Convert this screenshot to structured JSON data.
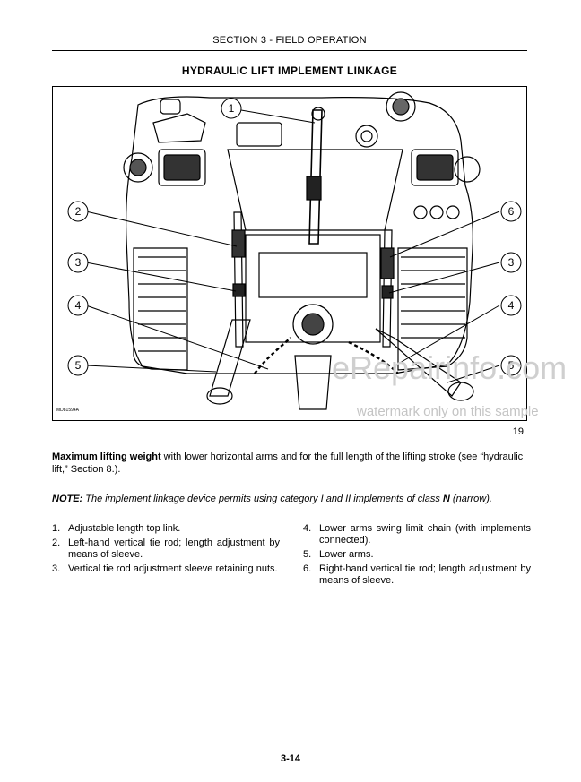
{
  "header": {
    "section": "SECTION 3 - FIELD OPERATION"
  },
  "title": "HYDRAULIC LIFT IMPLEMENT LINKAGE",
  "figure": {
    "code": "MD81594A",
    "number": "19",
    "callouts": [
      "1",
      "2",
      "3",
      "4",
      "5",
      "6",
      "3",
      "4",
      "5"
    ]
  },
  "watermark": {
    "line1": "eRepairinfo.com",
    "line2": "watermark only on this sample"
  },
  "paragraph": {
    "bold": "Maximum lifting weight",
    "text": " with lower horizontal arms and for the full length of the lifting stroke (see “hydraulic lift,” Section 8.)."
  },
  "note": {
    "label": "NOTE:",
    "text_before": " The implement linkage device permits using category I and II implements of class ",
    "class_letter": "N",
    "text_after": " (narrow)."
  },
  "legend_left": [
    {
      "num": "1.",
      "text": "Adjustable length top link."
    },
    {
      "num": "2.",
      "text": "Left-hand vertical tie rod; length adjustment by means of sleeve."
    },
    {
      "num": "3.",
      "text": "Vertical tie rod adjustment sleeve retaining nuts."
    }
  ],
  "legend_right": [
    {
      "num": "4.",
      "text": "Lower arms swing limit chain (with implements connected)."
    },
    {
      "num": "5.",
      "text": "Lower arms."
    },
    {
      "num": "6.",
      "text": "Right-hand vertical tie rod; length adjustment by means of sleeve."
    }
  ],
  "page_number": "3-14"
}
